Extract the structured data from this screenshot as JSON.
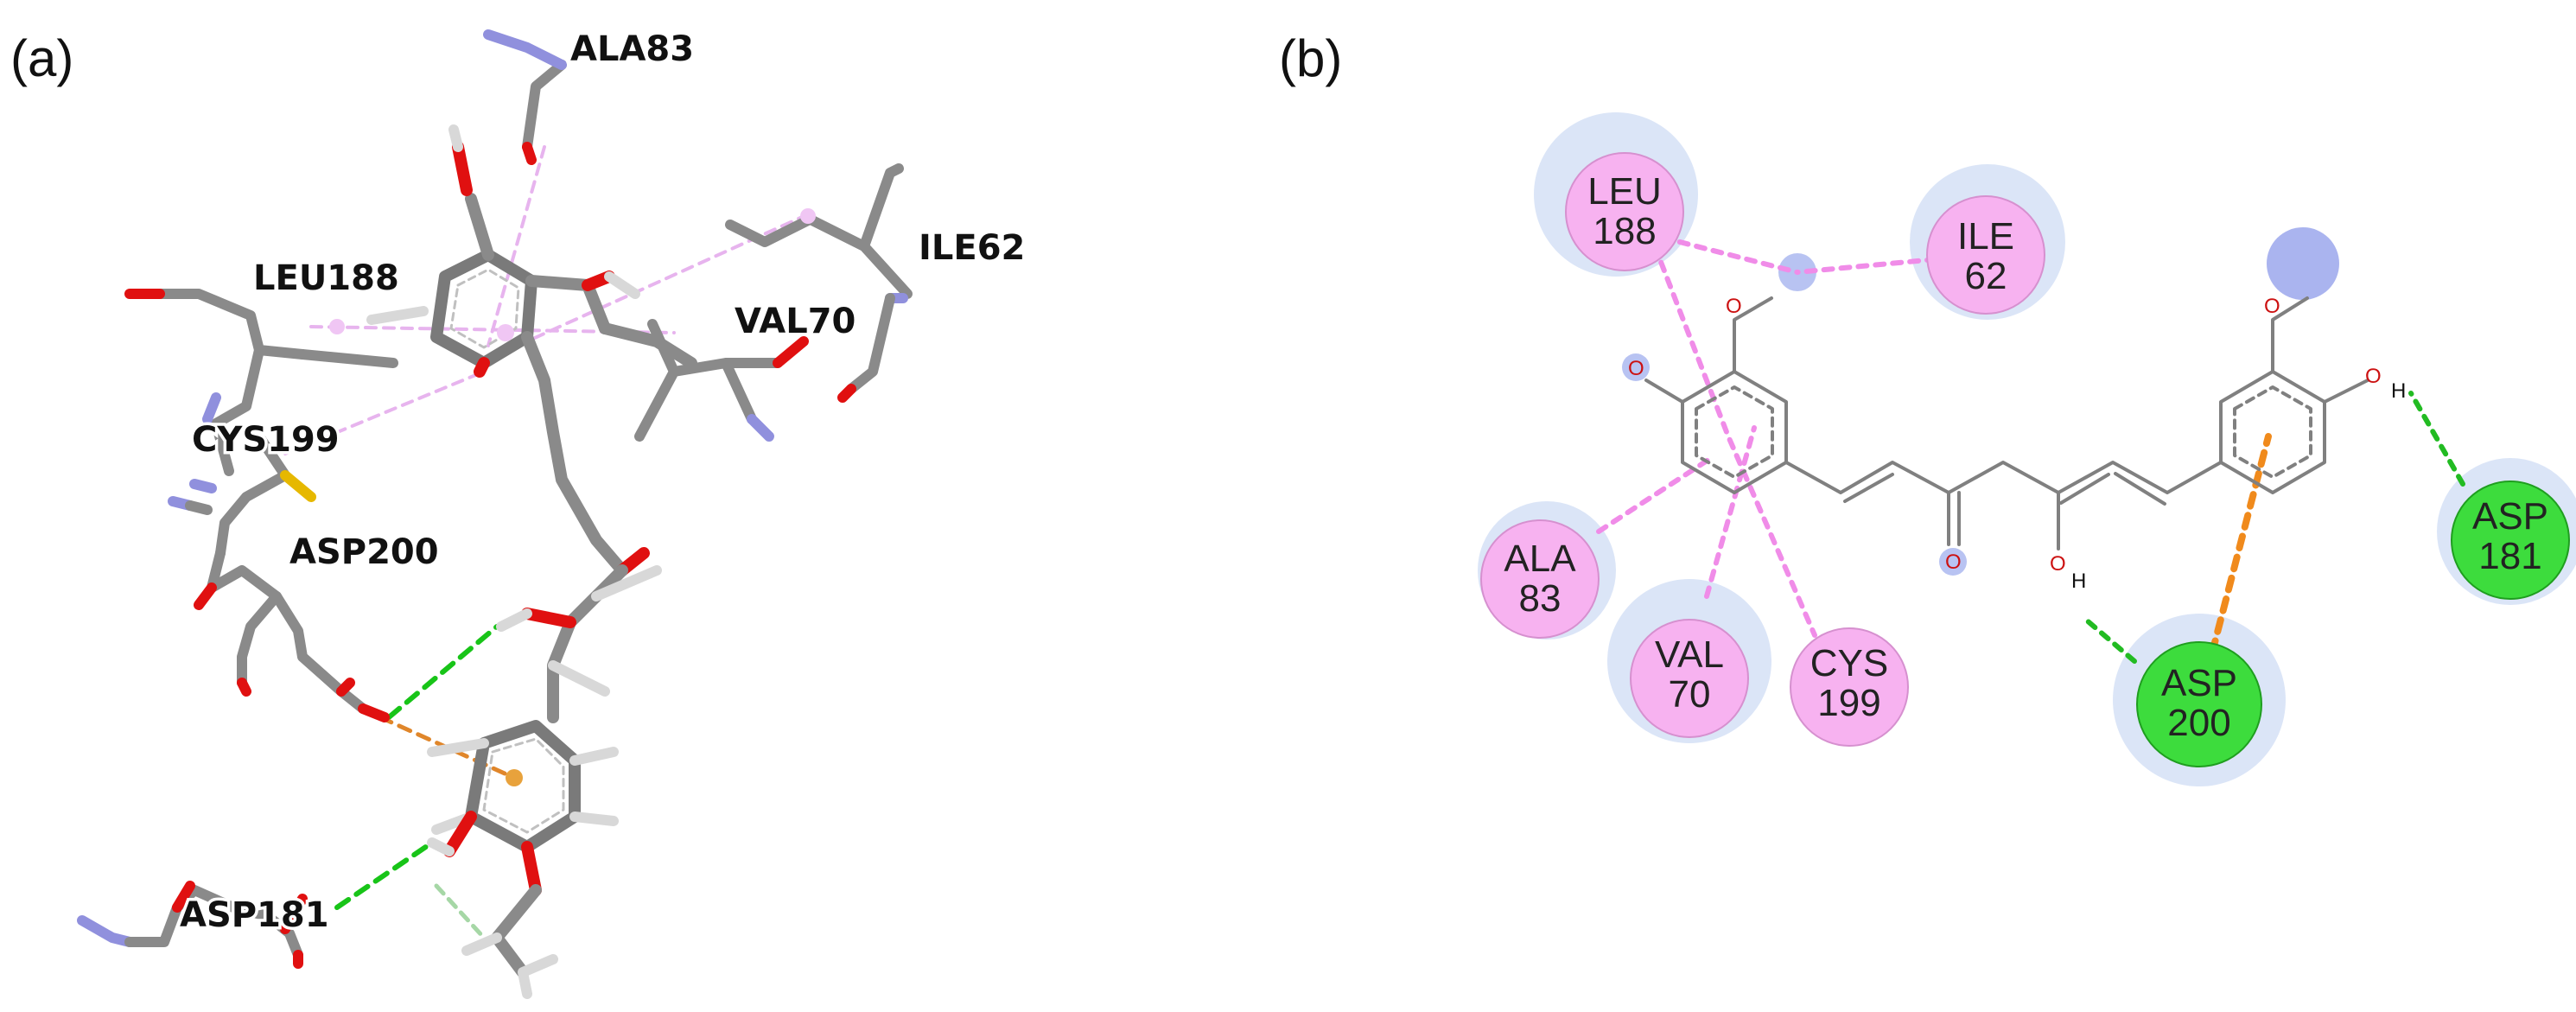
{
  "panel_a": {
    "label": "(a)",
    "residues": [
      "ALA83",
      "ILE62",
      "LEU188",
      "VAL70",
      "CYS199",
      "ASP200",
      "ASP181"
    ]
  },
  "panel_b": {
    "label": "(b)",
    "residues": [
      {
        "name": "LEU",
        "num": "188",
        "type": "hydrophobic"
      },
      {
        "name": "ILE",
        "num": "62",
        "type": "hydrophobic"
      },
      {
        "name": "ALA",
        "num": "83",
        "type": "hydrophobic"
      },
      {
        "name": "VAL",
        "num": "70",
        "type": "hydrophobic"
      },
      {
        "name": "CYS",
        "num": "199",
        "type": "hydrophobic"
      },
      {
        "name": "ASP",
        "num": "200",
        "type": "hbond"
      },
      {
        "name": "ASP",
        "num": "181",
        "type": "hbond"
      }
    ],
    "atom_labels": {
      "oxygen": "O",
      "hydrogen": "H"
    }
  },
  "colors": {
    "carbon": "#808080",
    "oxygen": "#e01010",
    "nitrogen": "#7a7ad8",
    "sulfur": "#e6b800",
    "hydrogen": "#d8d8d8",
    "hydrophobic_fill": "#f7b2f0",
    "hydrophobic_line": "#f08ce8",
    "hbond_fill": "#3ddc3d",
    "hbond_line": "#22bb22",
    "pi_anion": "#f08a1c",
    "halo": "#dbe5f7"
  }
}
